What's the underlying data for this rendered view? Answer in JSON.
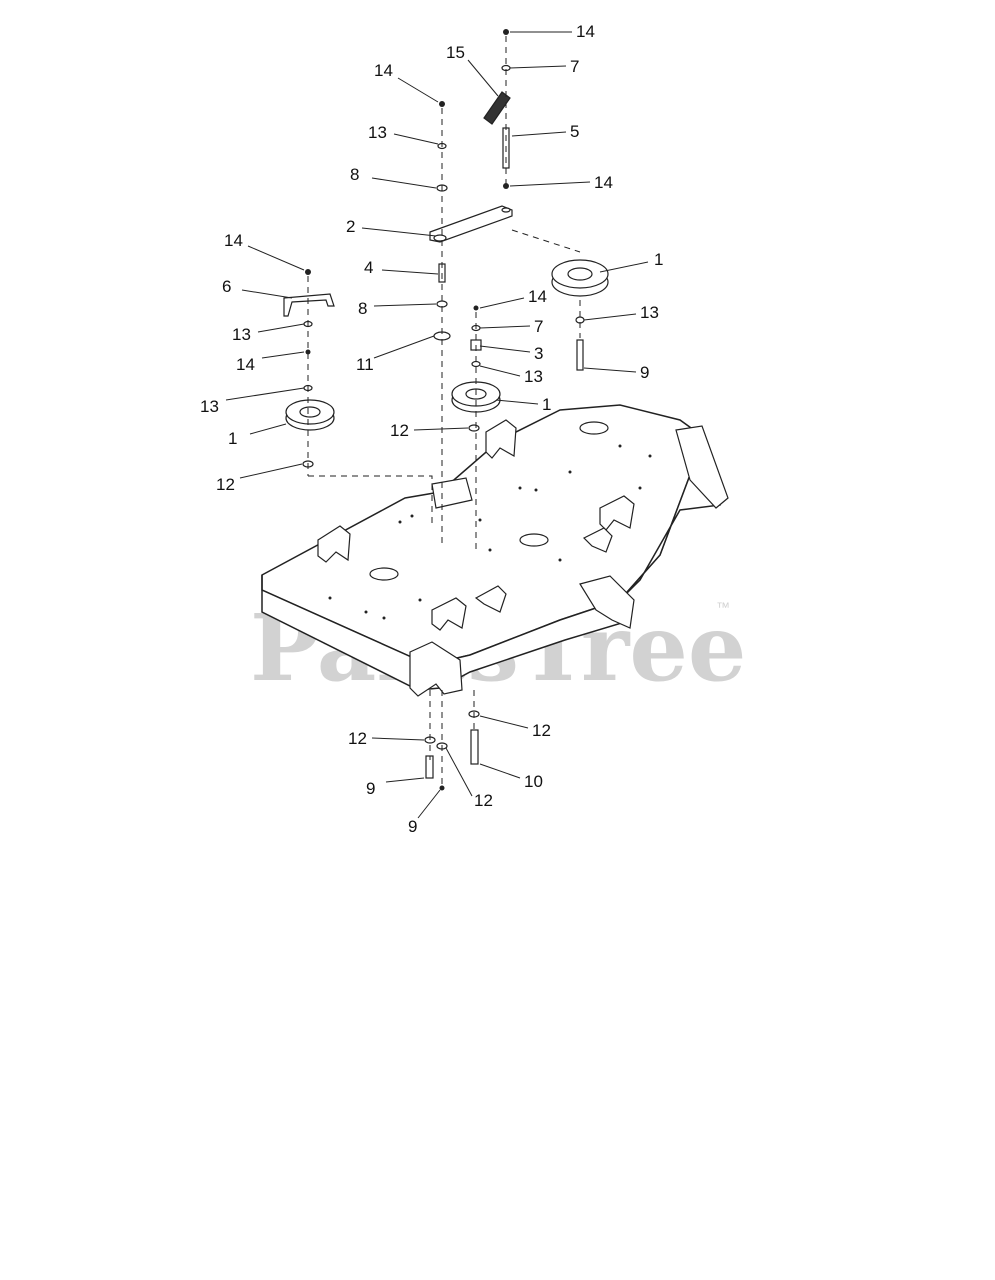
{
  "diagram": {
    "watermark": "PartsTree",
    "trademark": "™",
    "callouts": [
      {
        "id": "c14a",
        "label": "14"
      },
      {
        "id": "c7a",
        "label": "7"
      },
      {
        "id": "c15",
        "label": "15"
      },
      {
        "id": "c14b",
        "label": "14"
      },
      {
        "id": "c5",
        "label": "5"
      },
      {
        "id": "c13a",
        "label": "13"
      },
      {
        "id": "c14c",
        "label": "14"
      },
      {
        "id": "c8a",
        "label": "8"
      },
      {
        "id": "c2",
        "label": "2"
      },
      {
        "id": "c1a",
        "label": "1"
      },
      {
        "id": "c14d",
        "label": "14"
      },
      {
        "id": "c4",
        "label": "4"
      },
      {
        "id": "c6",
        "label": "6"
      },
      {
        "id": "c8b",
        "label": "8"
      },
      {
        "id": "c14e",
        "label": "14"
      },
      {
        "id": "c13b",
        "label": "13"
      },
      {
        "id": "c13c",
        "label": "13"
      },
      {
        "id": "c7b",
        "label": "7"
      },
      {
        "id": "c11",
        "label": "11"
      },
      {
        "id": "c3",
        "label": "3"
      },
      {
        "id": "c14f",
        "label": "14"
      },
      {
        "id": "c13d",
        "label": "13"
      },
      {
        "id": "c9a",
        "label": "9"
      },
      {
        "id": "c13e",
        "label": "13"
      },
      {
        "id": "c1b",
        "label": "1"
      },
      {
        "id": "c1c",
        "label": "1"
      },
      {
        "id": "c12a",
        "label": "12"
      },
      {
        "id": "c12b",
        "label": "12"
      },
      {
        "id": "c12c",
        "label": "12"
      },
      {
        "id": "c12d",
        "label": "12"
      },
      {
        "id": "c9b",
        "label": "9"
      },
      {
        "id": "c10",
        "label": "10"
      },
      {
        "id": "c12e",
        "label": "12"
      },
      {
        "id": "c9c",
        "label": "9"
      }
    ]
  }
}
